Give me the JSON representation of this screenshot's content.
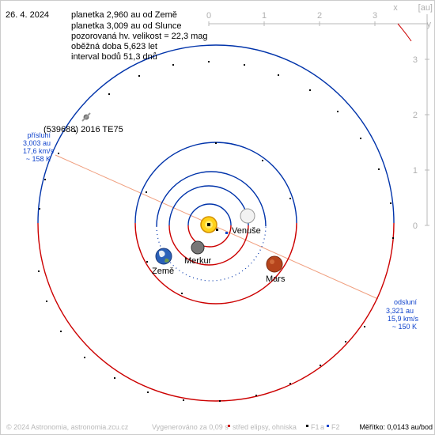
{
  "header": {
    "date": "26. 4. 2024",
    "info_lines": [
      "planetka 2,960 au od Země",
      "planetka 3,009 au od Slunce",
      "pozorovaná hv. velikost = 22,3 mag",
      "oběžná doba 5,623 let",
      "interval bodů 51,3 dnů"
    ]
  },
  "axes": {
    "x_unit_label": "x",
    "unit_label": "[au]",
    "y_label": "y",
    "x_ticks": [
      "0",
      "1",
      "2",
      "3"
    ],
    "y_ticks": [
      "3",
      "2",
      "1",
      "0"
    ]
  },
  "asteroid": {
    "name": "(539688) 2016 TE75",
    "perihelion": [
      "přísluní",
      "3,003 au",
      "17,6 km/s",
      "~ 158 K"
    ],
    "aphelion": [
      "odsluní",
      "3,321 au",
      "15,9 km/s",
      "~ 150 K"
    ]
  },
  "planets": {
    "mercury": "Merkur",
    "venus": "Venuše",
    "earth": "Země",
    "mars": "Mars"
  },
  "footer": {
    "copyright": "© 2024 Astronomia, astronomia.zcu.cz",
    "generated": "Vygenerováno za 0,09 s",
    "legend_center": "střed elipsy, ohniska",
    "legend_f1": "F1",
    "legend_a": "a",
    "legend_f2": "F2",
    "scale": "Měřítko: 0,0143 au/bod"
  },
  "colors": {
    "red_arc": "#cc0000",
    "blue_arc": "#0033aa",
    "apsis_line": "#f0a080",
    "annotation_blue": "#1144cc",
    "axis_grey": "#b8b8b8"
  }
}
